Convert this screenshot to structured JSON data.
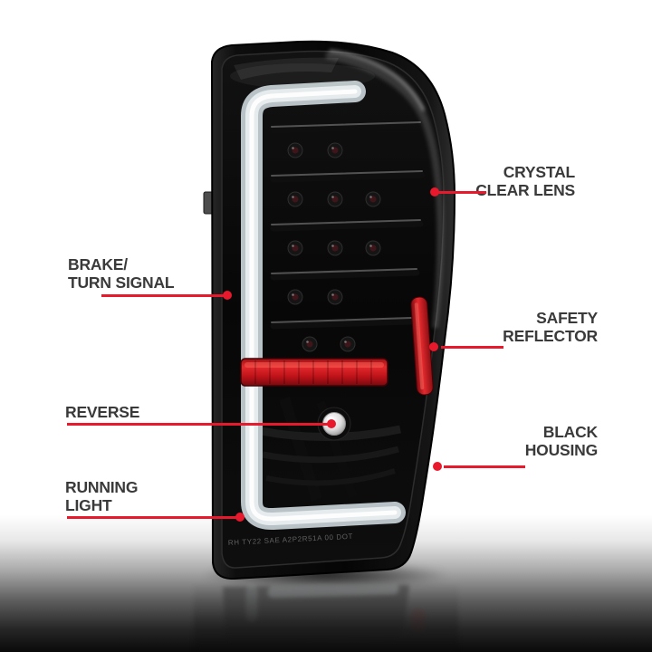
{
  "accent_color": "#e8192c",
  "text_color": "#3a3a3a",
  "callouts": {
    "crystal_clear_lens": {
      "line1": "CRYSTAL",
      "line2": "CLEAR LENS"
    },
    "brake_turn_signal": {
      "line1": "BRAKE/",
      "line2": "TURN SIGNAL"
    },
    "safety_reflector": {
      "line1": "SAFETY",
      "line2": "REFLECTOR"
    },
    "reverse_light": {
      "line1": "REVERSE"
    },
    "black_housing": {
      "line1": "BLACK",
      "line2": "HOUSING"
    },
    "running_light": {
      "line1": "RUNNING",
      "line2": "LIGHT"
    }
  },
  "product": {
    "lens_etch_text": "RH TY22 SAE A2P2R51A 00 DOT",
    "housing_color": "#0b0b0b",
    "light_bar_color": "#e6ebed",
    "reflector_color": "#c41320"
  }
}
